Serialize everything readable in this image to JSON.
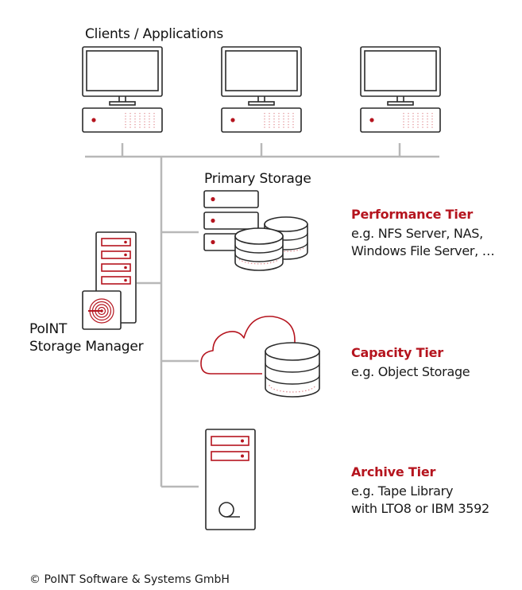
{
  "clients": {
    "label": "Clients / Applications"
  },
  "primary_storage": {
    "label": "Primary Storage"
  },
  "manager": {
    "line1": "PoINT",
    "line2": "Storage Manager"
  },
  "tiers": [
    {
      "title": "Performance Tier",
      "lines": [
        "e.g. NFS Server, NAS,",
        "Windows File Server, …"
      ]
    },
    {
      "title": "Capacity Tier",
      "lines": [
        "e.g. Object Storage"
      ]
    },
    {
      "title": "Archive Tier",
      "lines": [
        "e.g. Tape Library",
        "with LTO8 or IBM 3592"
      ]
    }
  ],
  "footer": {
    "copyright": "© PoINT Software & Systems GmbH"
  },
  "colors": {
    "accent": "#b5141e",
    "line": "#b8b8b8",
    "outline": "#2a2a2a"
  }
}
